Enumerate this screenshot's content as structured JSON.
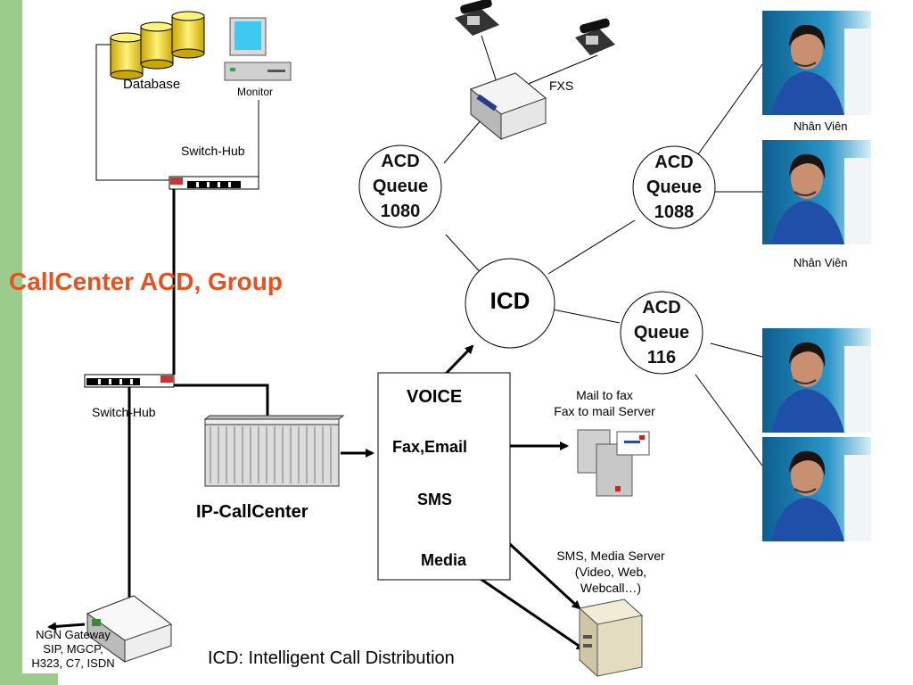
{
  "heading": "CallCenter ACD, Group",
  "footnote": "ICD: Intelligent Call Distribution",
  "nodes": {
    "database": "Database",
    "monitor": "Monitor",
    "switch_hub_top": "Switch-Hub",
    "switch_hub_bottom": "Switch-Hub",
    "fxs": "FXS",
    "ip_callcenter": "IP-CallCenter",
    "icd": "ICD",
    "ngn_gateway": [
      "NGN Gateway",
      "SIP, MGCP,",
      "H323, C7, ISDN"
    ],
    "mail_fax_server": [
      "Mail to fax",
      "Fax to mail Server"
    ],
    "sms_media_server": [
      "SMS, Media Server",
      "(Video, Web,",
      "Webcall…)"
    ]
  },
  "queues": [
    {
      "line1": "ACD",
      "line2": "Queue",
      "line3": "1080"
    },
    {
      "line1": "ACD",
      "line2": "Queue",
      "line3": "1088"
    },
    {
      "line1": "ACD",
      "line2": "Queue",
      "line3": "116"
    }
  ],
  "channels": [
    "VOICE",
    "Fax,Email",
    "SMS",
    "Media"
  ],
  "agents": [
    "Nhân Viên",
    "Nhân Viên"
  ],
  "colors": {
    "heading": "#e8501f",
    "side_bar": "#9ccc8c",
    "agent_shirt": "#1f4fa8",
    "agent_bg": "#1e7fb0"
  }
}
